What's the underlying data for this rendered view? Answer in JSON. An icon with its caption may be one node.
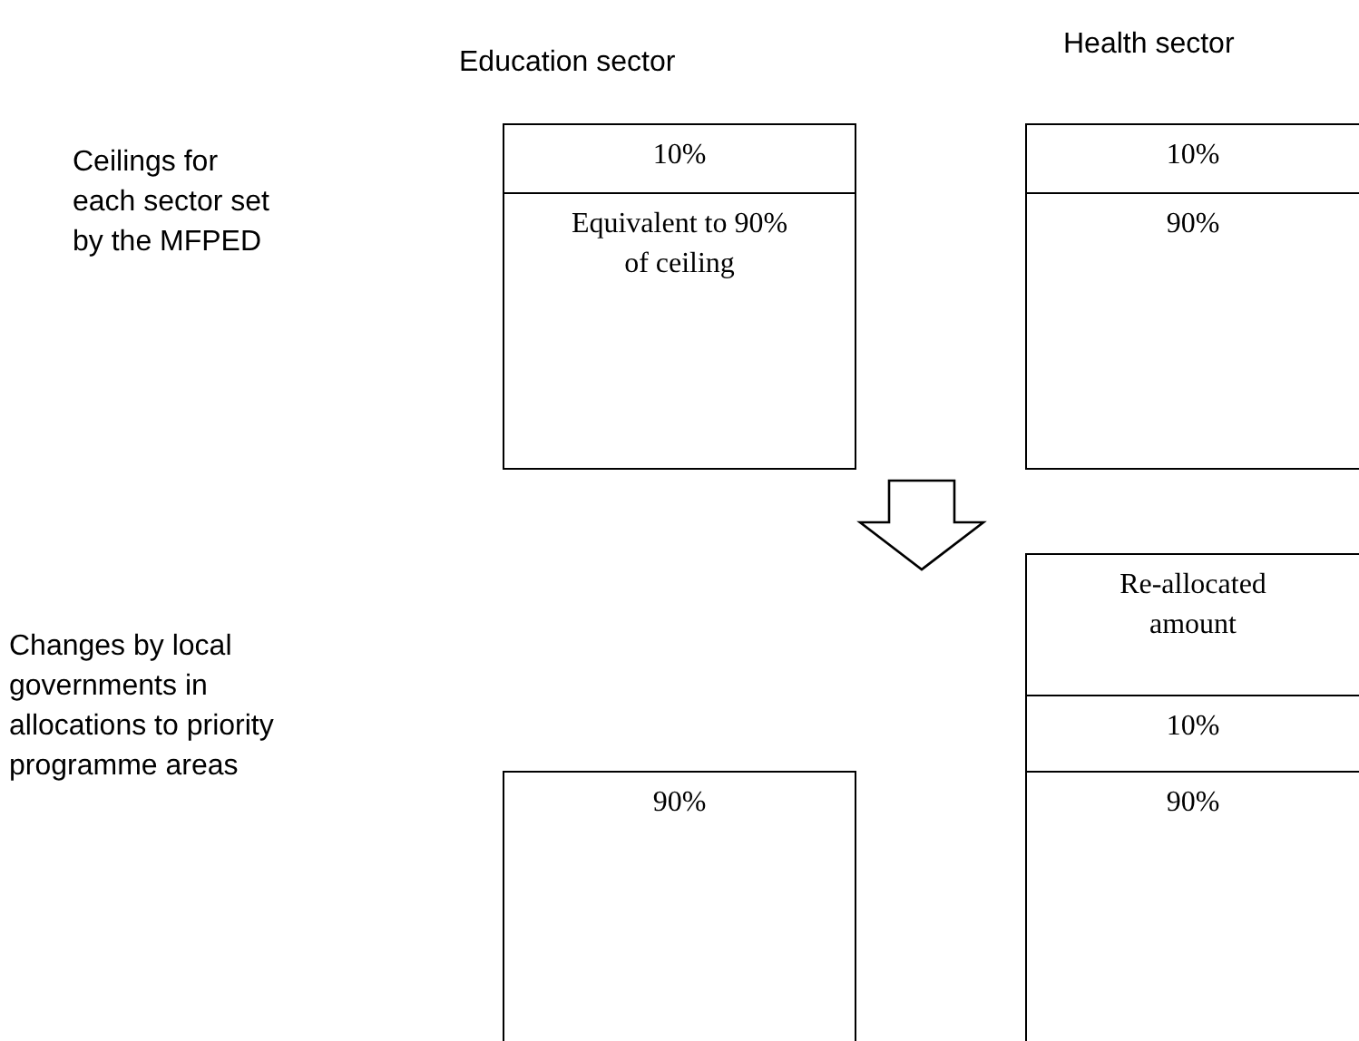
{
  "diagram": {
    "nodes": [
      {
        "text": [
          "10%"
        ]
      },
      {
        "text": [
          "Equivalent to 90% of ceiling"
        ]
      },
      {
        "text": [
          "10%"
        ]
      },
      {
        "text": [
          "90%"
        ]
      },
      {
        "text": [
          "Re-allocated amount"
        ]
      },
      {
        "text": [
          "10%"
        ]
      },
      {
        "text": [
          "90%"
        ]
      },
      {
        "text": [
          "90%"
        ]
      }
    ],
    "edges": [],
    "labels": [
      "Education sector",
      "Health sector",
      "Ceilings for each sector set by the MFPED",
      "Changes by local governments in allocations to priority programme areas"
    ]
  }
}
